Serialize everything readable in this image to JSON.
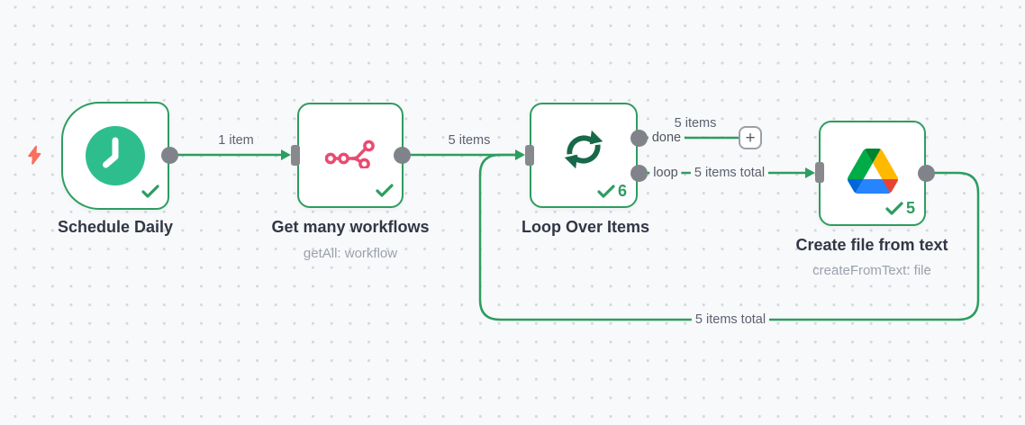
{
  "workflow": {
    "nodes": [
      {
        "title": "Schedule Daily",
        "icon": "clock-icon",
        "status": "success"
      },
      {
        "title": "Get many workflows",
        "subtitle": "getAll: workflow",
        "icon": "n8n-icon",
        "status": "success"
      },
      {
        "title": "Loop Over Items",
        "icon": "loop-icon",
        "status": "success",
        "run_count": "6",
        "outputs": [
          {
            "label": "done"
          },
          {
            "label": "loop"
          }
        ]
      },
      {
        "title": "Create file from text",
        "subtitle": "createFromText: file",
        "icon": "google-drive-icon",
        "status": "success",
        "run_count": "5"
      }
    ],
    "connections": [
      {
        "from": "Schedule Daily",
        "to": "Get many workflows",
        "label": "1 item"
      },
      {
        "from": "Get many workflows",
        "to": "Loop Over Items",
        "label": "5 items"
      },
      {
        "from": "Loop Over Items (done)",
        "to": "add-node-button",
        "label": "5 items"
      },
      {
        "from": "Loop Over Items (loop)",
        "to": "Create file from text",
        "label": "5 items total"
      },
      {
        "from": "Create file from text",
        "to": "Loop Over Items",
        "label": "5 items total"
      }
    ],
    "add_button_glyph": "+"
  },
  "colors": {
    "accent_green": "#2d9d60",
    "canvas_bg": "#f8f9fb",
    "port_gray": "#808389",
    "n8n_pink": "#ea4b71",
    "trigger_teal": "#2ebe8e",
    "loop_icon_green": "#17694a",
    "bolt_coral": "#f9705e"
  }
}
